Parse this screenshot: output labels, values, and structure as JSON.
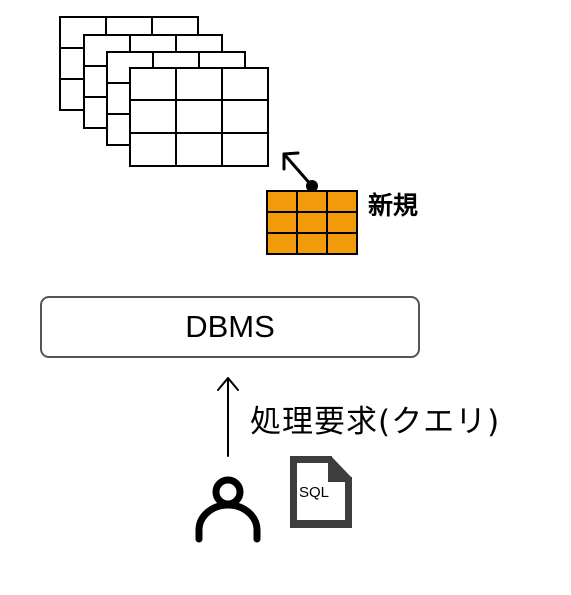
{
  "labels": {
    "new_table": "新規",
    "dbms": "DBMS",
    "query_request": "処理要求(クエリ)",
    "sql_file": "SQL"
  },
  "colors": {
    "new_table_fill": "#f39a0a",
    "line": "#000000",
    "dbms_border": "#555555",
    "doc_icon": "#3d3d3d"
  },
  "icons": {
    "tables_stack": "stacked-tables-icon",
    "new_table": "new-table-icon",
    "user": "user-icon",
    "sql_document": "sql-document-icon"
  }
}
